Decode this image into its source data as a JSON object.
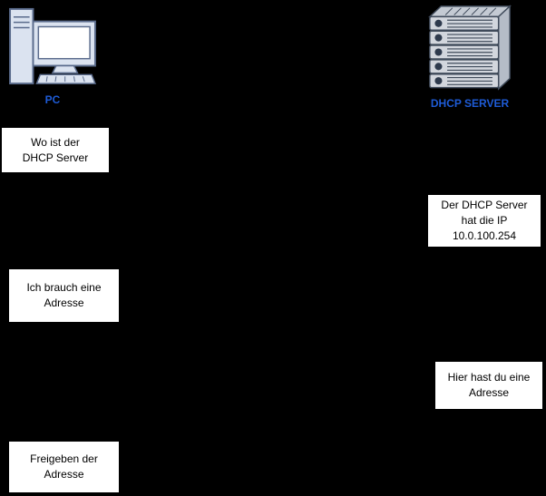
{
  "colors": {
    "background": "#000000",
    "box_background": "#ffffff",
    "box_text": "#000000",
    "actor_label": "#1E5BD6"
  },
  "actors": {
    "pc": {
      "label": "PC",
      "icon": "pc-icon"
    },
    "server": {
      "label": "DHCP SERVER",
      "icon": "server-rack-icon"
    }
  },
  "messages": [
    {
      "from": "PC",
      "text": "Wo ist der\nDHCP Server"
    },
    {
      "from": "DHCP SERVER",
      "text": "Der DHCP Server\nhat die IP\n10.0.100.254"
    },
    {
      "from": "PC",
      "text": "Ich brauch eine\nAdresse"
    },
    {
      "from": "DHCP SERVER",
      "text": "Hier hast du eine\nAdresse"
    },
    {
      "from": "PC",
      "text": "Freigeben der\nAdresse"
    }
  ]
}
